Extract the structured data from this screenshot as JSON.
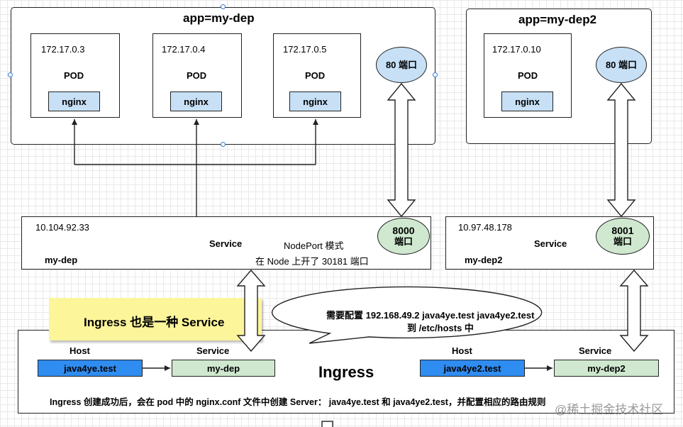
{
  "dep1": {
    "title": "app=my-dep",
    "pods": [
      {
        "ip": "172.17.0.3",
        "label": "POD",
        "container": "nginx"
      },
      {
        "ip": "172.17.0.4",
        "label": "POD",
        "container": "nginx"
      },
      {
        "ip": "172.17.0.5",
        "label": "POD",
        "container": "nginx"
      }
    ],
    "port": "80 端口"
  },
  "dep2": {
    "title": "app=my-dep2",
    "pod": {
      "ip": "172.17.0.10",
      "label": "POD",
      "container": "nginx"
    },
    "port": "80 端口"
  },
  "service1": {
    "ip": "10.104.92.33",
    "label": "Service",
    "name": "my-dep",
    "mode": "NodePort 模式",
    "note": "在 Node 上开了 30181 端口",
    "port_num": "8000",
    "port_unit": "端口"
  },
  "service2": {
    "ip": "10.97.48.178",
    "label": "Service",
    "name": "my-dep2",
    "port_num": "8001",
    "port_unit": "端口"
  },
  "sticky_note": "Ingress 也是一种 Service",
  "callout": {
    "line1": "需要配置 192.168.49.2 java4ye.test java4ye2.test",
    "line2": "到 /etc/hosts 中"
  },
  "ingress": {
    "title": "Ingress",
    "rules": [
      {
        "host_label": "Host",
        "host": "java4ye.test",
        "service_label": "Service",
        "service": "my-dep"
      },
      {
        "host_label": "Host",
        "host": "java4ye2.test",
        "service_label": "Service",
        "service": "my-dep2"
      }
    ],
    "footer": "Ingress 创建成功后，会在 pod 中的 nginx.conf 文件中创建 Server： java4ye.test 和 java4ye2.test，并配置相应的路由规则"
  },
  "watermark": "@稀土掘金技术社区",
  "colors": {
    "nginx_fill": "#c7e0f6",
    "port_green": "#cfe8cf",
    "host_blue": "#2f8cf0",
    "sticky_yellow": "#fcf59a"
  }
}
